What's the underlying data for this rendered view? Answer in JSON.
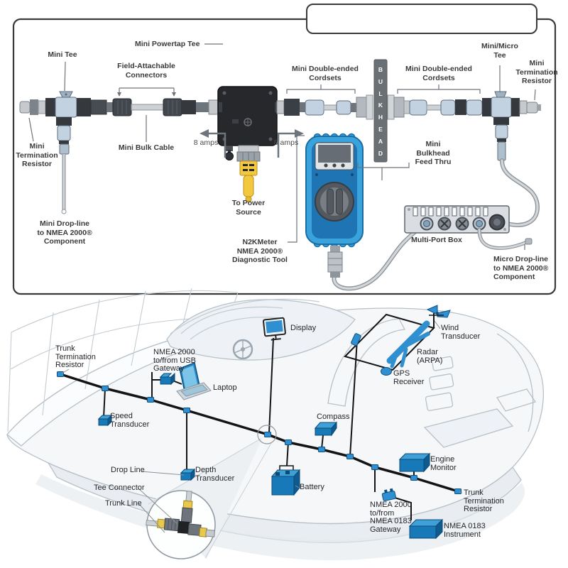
{
  "colors": {
    "accent_blue": "#2f8fd0",
    "device_blue": "#1779b8",
    "device_blue_dark": "#0f5a8e",
    "meter_blue": "#3aa3dc",
    "power_yellow": "#f3c83e",
    "cordset_blue": "#c3d2e0",
    "connector_dark": "#3a3f45",
    "bulkhead_gray": "#6b7075",
    "trunk_black": "#141414",
    "boat_line": "#b7c1c9",
    "label_dark": "#3a3a3a"
  },
  "top_diagram": {
    "labels": {
      "mini_tee": "Mini Tee",
      "mini_powertap_tee": "Mini Powertap Tee",
      "field_attachable_connectors": "Field-Attachable\nConnectors",
      "mini_termination_resistor_left": "Mini\nTermination\nResistor",
      "mini_bulk_cable": "Mini Bulk Cable",
      "mini_drop_line": "Mini Drop-line\nto NMEA 2000®\nComponent",
      "amps_left": "8 amps",
      "amps_right": "8 amps",
      "to_power_source": "To Power\nSource",
      "n2kmeter": "N2KMeter\nNMEA 2000®\nDiagnostic Tool",
      "cordsets_left": "Mini Double-ended\nCordsets",
      "cordsets_right": "Mini Double-ended\nCordsets",
      "bulkhead": "BULKHEAD",
      "mini_bulkhead_feed_thru": "Mini\nBulkhead\nFeed Thru",
      "mini_micro_tee": "Mini/Micro\nTee",
      "mini_termination_resistor_right": "Mini\nTermination\nResistor",
      "multi_port_box": "Multi-Port Box",
      "micro_drop_line": "Micro Drop-line\nto NMEA 2000®\nComponent"
    }
  },
  "boat_diagram": {
    "labels": {
      "trunk_termination_resistor_left": "Trunk\nTermination\nResistor",
      "nmea_usb_gateway": "NMEA 2000\nto/from USB\nGateway",
      "laptop": "Laptop",
      "display": "Display",
      "wind_transducer": "Wind\nTransducer",
      "radar": "Radar\n(ARPA)",
      "gps_receiver": "GPS\nReceiver",
      "compass": "Compass",
      "speed_transducer": "Speed\nTransducer",
      "depth_transducer": "Depth\nTransducer",
      "drop_line": "Drop Line",
      "tee_connector": "Tee Connector",
      "trunk_line": "Trunk Line",
      "battery": "Battery",
      "engine_monitor": "Engine\nMonitor",
      "trunk_termination_resistor_right": "Trunk\nTermination\nResistor",
      "nmea_0183_gateway": "NMEA 2000\nto/from\nNMEA 0183\nGateway",
      "nmea_0183_instrument": "NMEA 0183\nInstrument"
    }
  }
}
